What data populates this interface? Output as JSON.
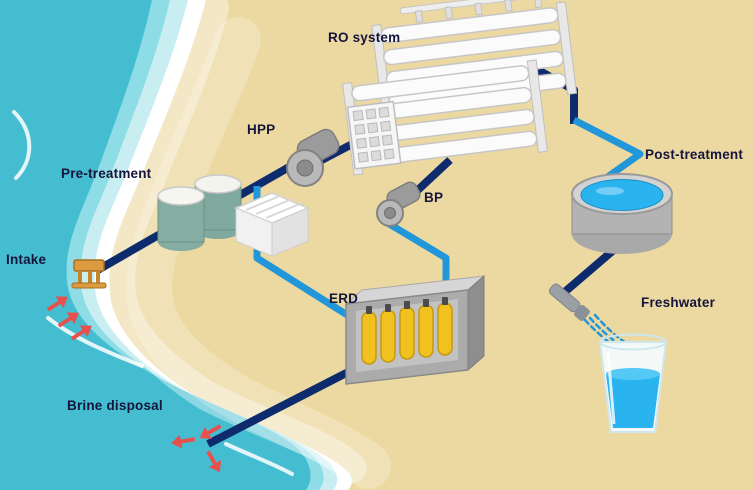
{
  "labels": {
    "ro_system": "RO system",
    "hpp": "HPP",
    "pre_treatment": "Pre-treatment",
    "intake": "Intake",
    "bp": "BP",
    "erd": "ERD",
    "post_treatment": "Post-treatment",
    "freshwater": "Freshwater",
    "brine_disposal": "Brine disposal"
  },
  "colors": {
    "sand": "#ecd9a2",
    "ocean_deep": "#45bdd1",
    "ocean_mid": "#8edde6",
    "ocean_light": "#c9eef2",
    "foam": "#ffffff",
    "pipe_dark": "#0e2b6d",
    "pipe_light": "#2196d8",
    "water_blue": "#29b3ef",
    "erd_yellow": "#f1c11f",
    "arrow_red": "#e8504e",
    "label_text": "#15153c",
    "metal_gray": "#b3b3b3"
  }
}
